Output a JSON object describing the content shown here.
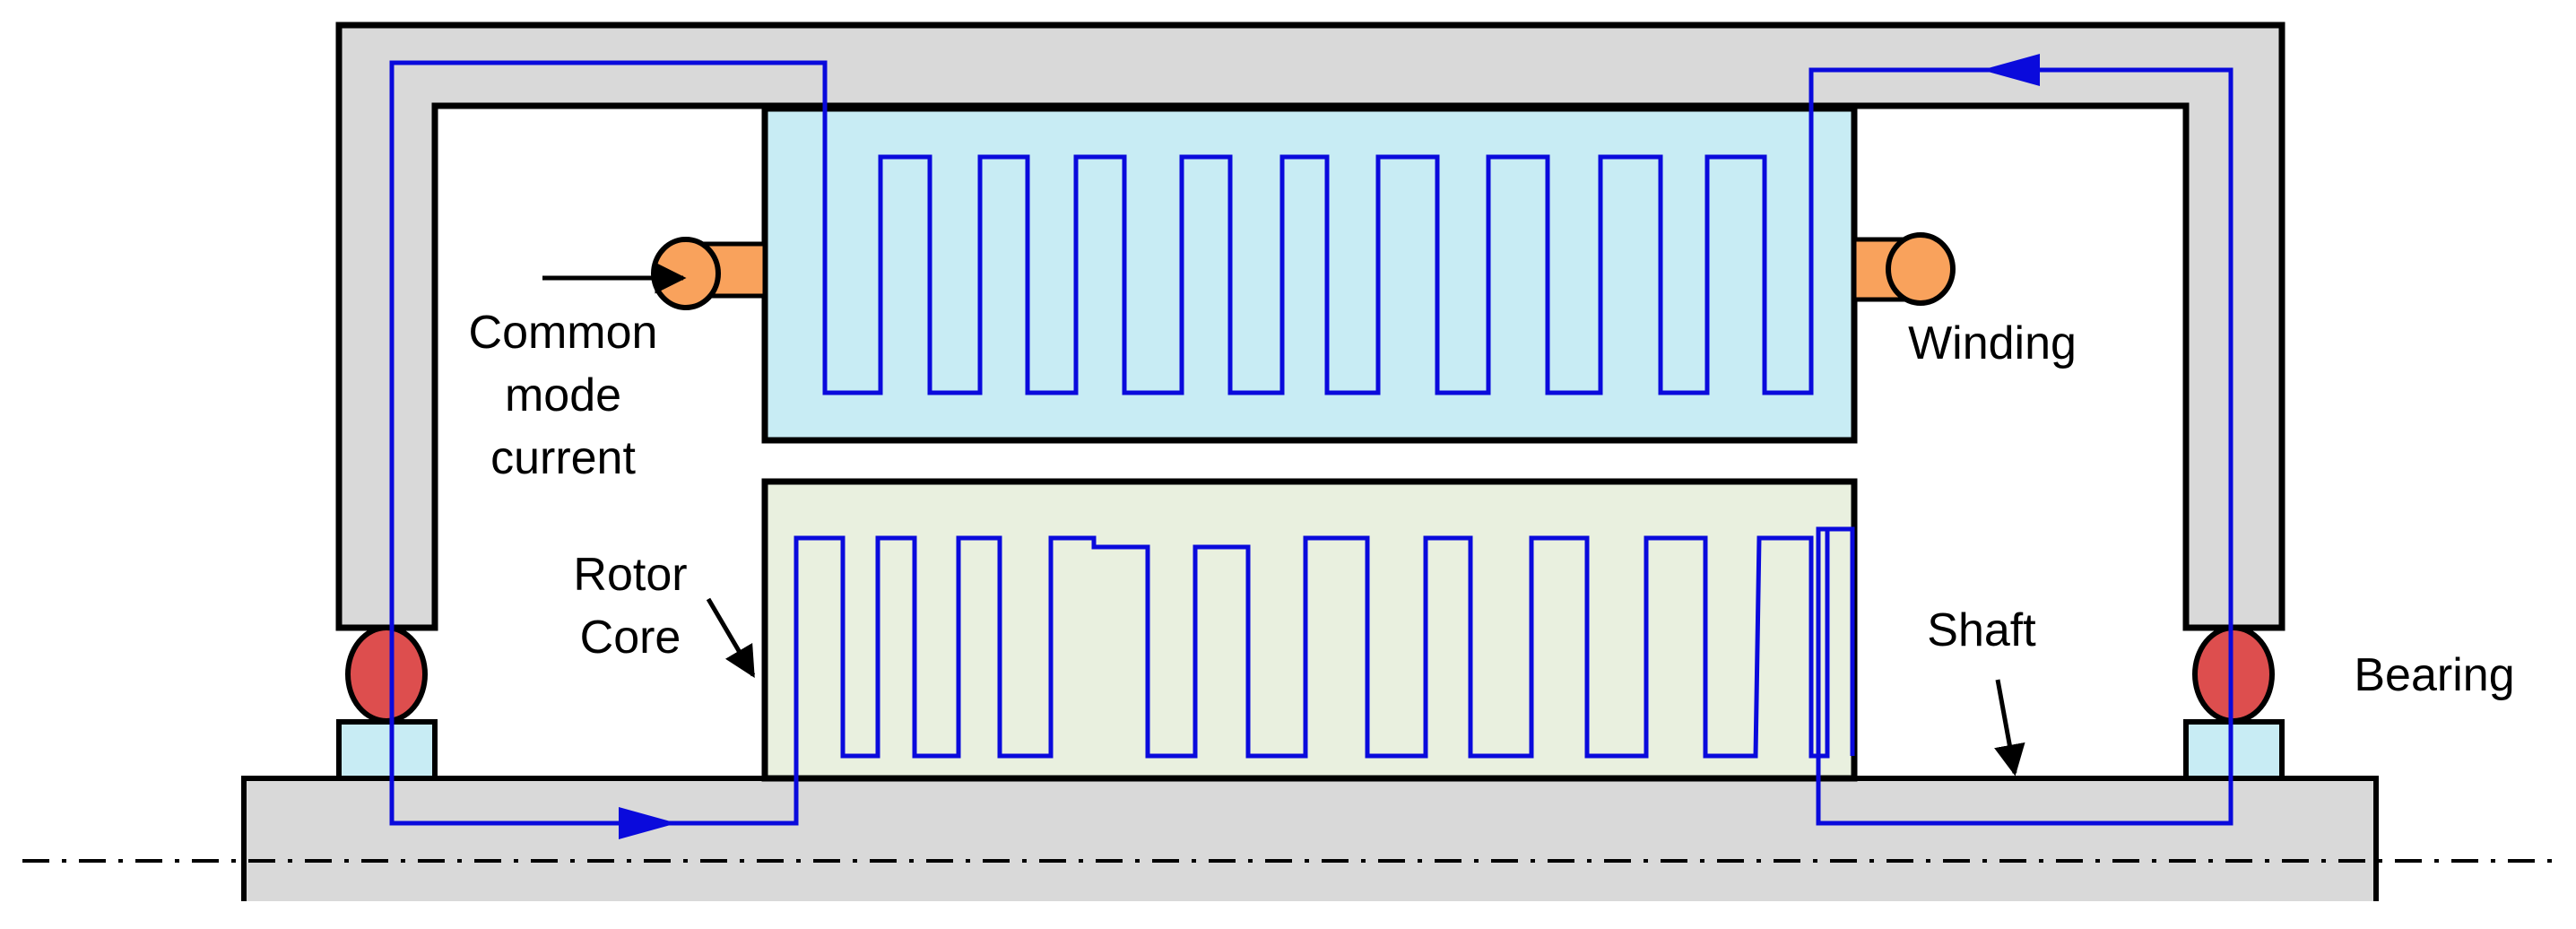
{
  "labels": {
    "common_mode_line1": "Common",
    "common_mode_line2": "mode",
    "common_mode_line3": "current",
    "winding": "Winding",
    "rotor_line1": "Rotor",
    "rotor_line2": "Core",
    "shaft": "Shaft",
    "bearing": "Bearing"
  },
  "colors": {
    "frame": "#d9d9d9",
    "stator": "#c8ecf4",
    "rotor": "#e9f0df",
    "winding_terminal": "#f9a25c",
    "bearing_ball": "#dd4e4e",
    "bearing_seat": "#c8ecf4",
    "shaft": "#d9d9d9",
    "current_path": "#0a0adc",
    "outline": "#000000"
  }
}
